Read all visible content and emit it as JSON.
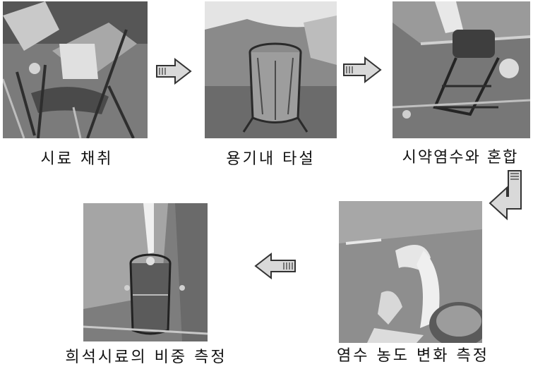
{
  "steps": [
    {
      "caption": "시료 채취"
    },
    {
      "caption": "용기내 타설"
    },
    {
      "caption": "시약염수와 혼합"
    },
    {
      "caption": "염수 농도 변화 측정"
    },
    {
      "caption": "희석시료의 비중 측정"
    }
  ],
  "colors": {
    "photo_dark": "#3a3a3a",
    "photo_mid": "#8d8d8d",
    "photo_light": "#e6e6e6",
    "arrow_fill": "#d9d9d9"
  }
}
